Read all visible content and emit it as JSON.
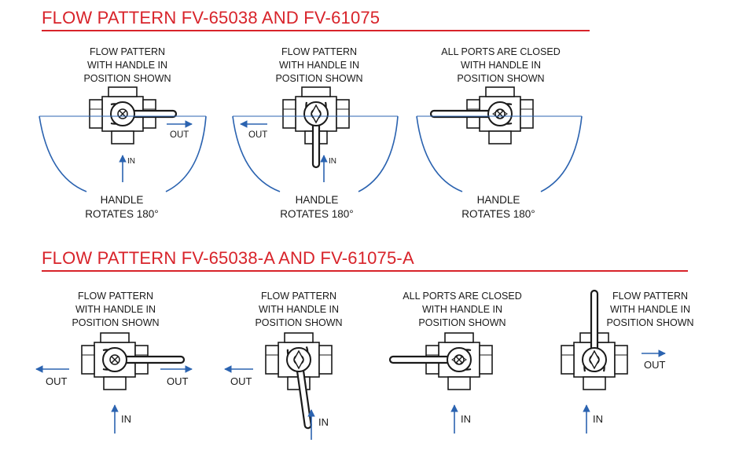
{
  "sections": [
    {
      "title": "FLOW PATTERN FV-65038 AND FV-61075"
    },
    {
      "title": "FLOW PATTERN FV-65038-A AND FV-61075-A"
    }
  ],
  "top_diagrams": [
    {
      "caption": [
        "FLOW PATTERN",
        "WITH HANDLE IN",
        "POSITION SHOWN"
      ],
      "rotation": [
        "HANDLE",
        "ROTATES 180°"
      ],
      "out": "OUT",
      "in": "IN"
    },
    {
      "caption": [
        "FLOW PATTERN",
        "WITH HANDLE IN",
        "POSITION SHOWN"
      ],
      "rotation": [
        "HANDLE",
        "ROTATES 180°"
      ],
      "out": "OUT",
      "in": "IN"
    },
    {
      "caption": [
        "ALL PORTS ARE CLOSED",
        "WITH HANDLE IN",
        "POSITION SHOWN"
      ],
      "rotation": [
        "HANDLE",
        "ROTATES 180°"
      ]
    }
  ],
  "bottom_diagrams": [
    {
      "caption": [
        "FLOW PATTERN",
        "WITH HANDLE IN",
        "POSITION SHOWN"
      ],
      "out_left": "OUT",
      "out_right": "OUT",
      "in": "IN"
    },
    {
      "caption": [
        "FLOW PATTERN",
        "WITH HANDLE IN",
        "POSITION SHOWN"
      ],
      "out": "OUT",
      "in": "IN"
    },
    {
      "caption": [
        "ALL PORTS ARE CLOSED",
        "WITH HANDLE IN",
        "POSITION SHOWN"
      ],
      "in": "IN"
    },
    {
      "caption": [
        "FLOW PATTERN",
        "WITH HANDLE IN",
        "POSITION SHOWN"
      ],
      "out": "OUT",
      "in": "IN"
    }
  ],
  "colors": {
    "title": "#d8232a",
    "arrow": "#2b63b0",
    "line": "#1a1a1a"
  }
}
